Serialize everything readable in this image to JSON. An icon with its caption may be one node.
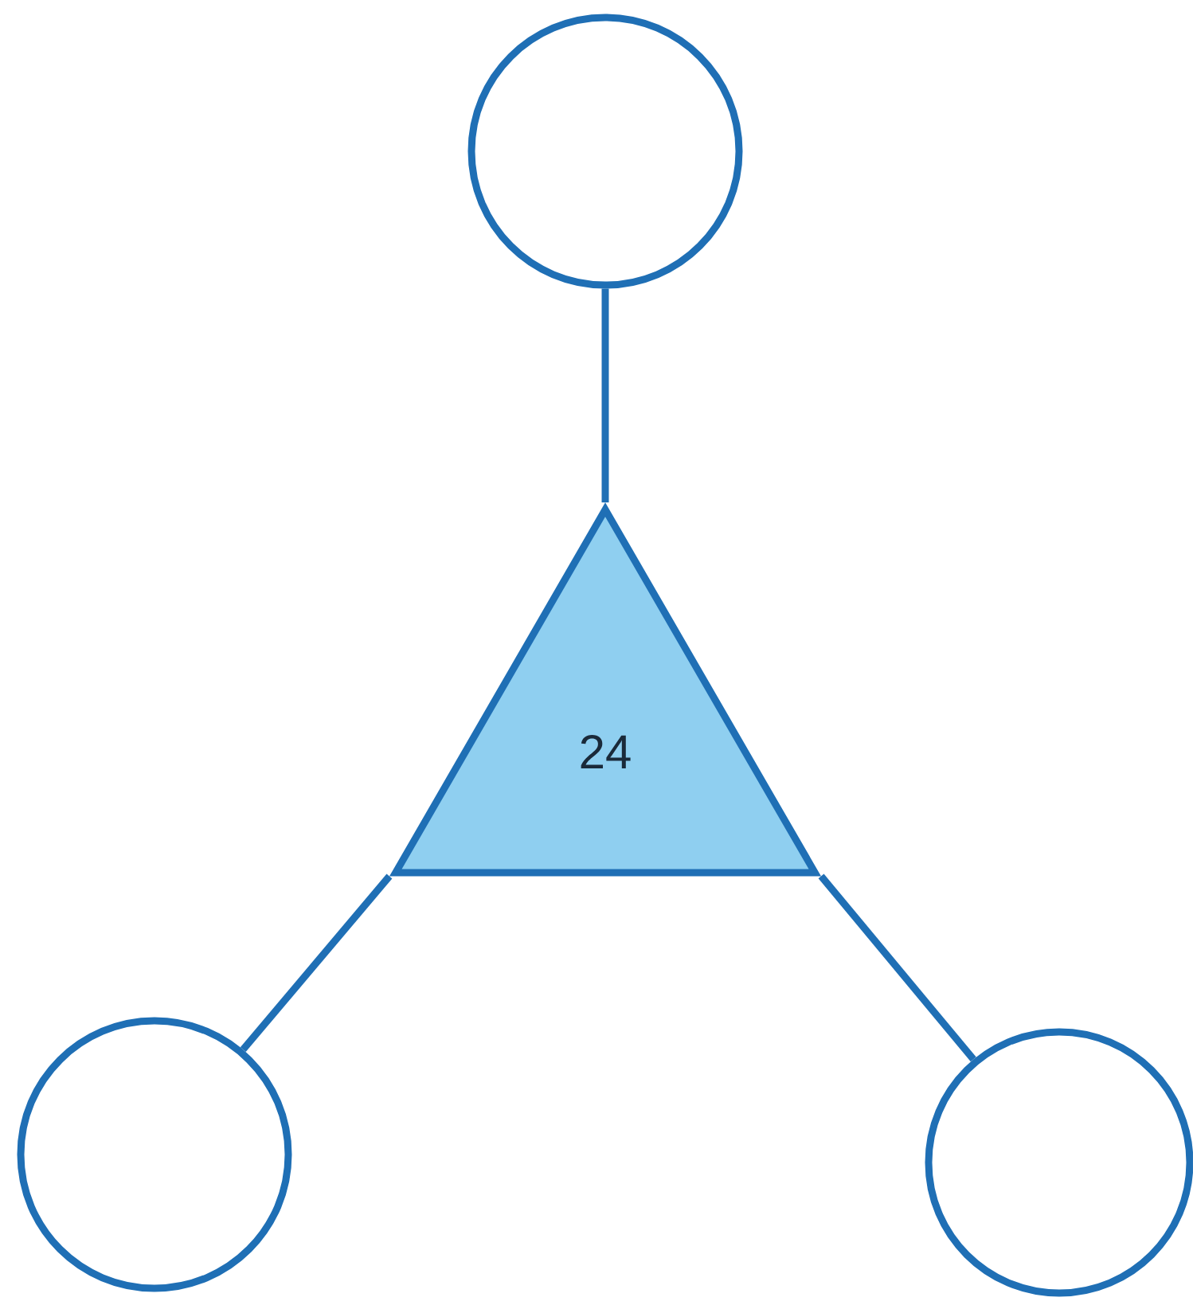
{
  "diagram": {
    "nodes": [
      {
        "text": [],
        "shape": "circle"
      },
      {
        "text": [
          "24"
        ]
      },
      {
        "text": [],
        "shape": "circle"
      },
      {
        "text": [],
        "shape": "circle"
      }
    ],
    "edges": [
      {
        "from": 0,
        "to": 1,
        "arrow": "none"
      },
      {
        "from": 1,
        "to": 2,
        "arrow": "none"
      },
      {
        "from": 1,
        "to": 3,
        "arrow": "none"
      }
    ]
  }
}
